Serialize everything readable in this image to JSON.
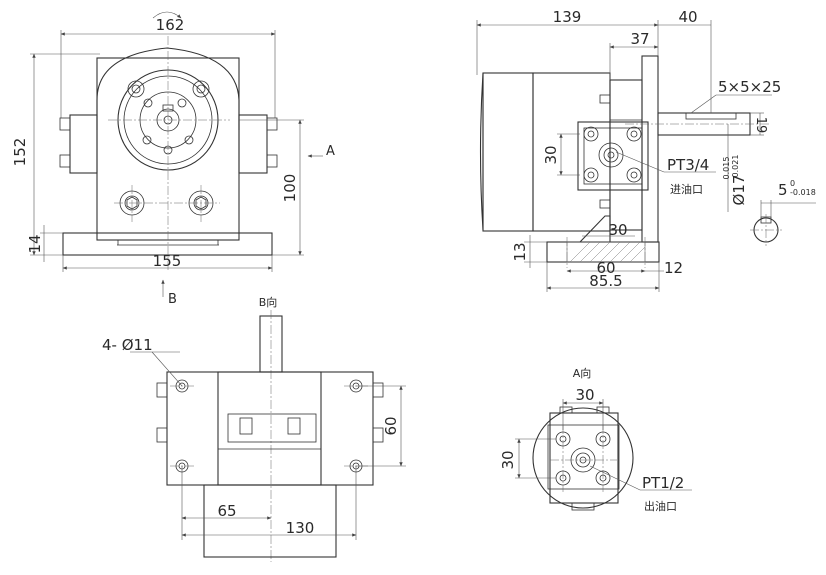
{
  "front_view": {
    "width_top": "162",
    "height_total": "152",
    "base_thickness": "14",
    "shaft_height": "100",
    "base_width": "155",
    "arrow_a_label": "A",
    "arrow_b_label": "B"
  },
  "side_view": {
    "overall_length": "139",
    "shaft_length": "40",
    "flange_offset": "37",
    "key_spec": "5×5×25",
    "key_height": "19",
    "port_spacing": "30",
    "inlet_port": "PT3/4",
    "inlet_label": "进油口",
    "shaft_dia": "Ø17",
    "shaft_tol_upper": "0.015",
    "shaft_tol_lower": "0.021",
    "key_width": "5",
    "key_tol_upper": "0",
    "key_tol_lower": "-0.018",
    "foot_height": "13",
    "base_slot": "30",
    "base_holes": "60",
    "base_end": "12",
    "base_length": "85.5"
  },
  "bottom_view": {
    "title": "B向",
    "hole_spec": "4- Ø11",
    "hole_spacing_y": "60",
    "offset_65": "65",
    "hole_spacing_x": "130"
  },
  "port_view": {
    "title": "A向",
    "port_spacing_x": "30",
    "port_spacing_y": "30",
    "outlet_port": "PT1/2",
    "outlet_label": "出油口"
  }
}
